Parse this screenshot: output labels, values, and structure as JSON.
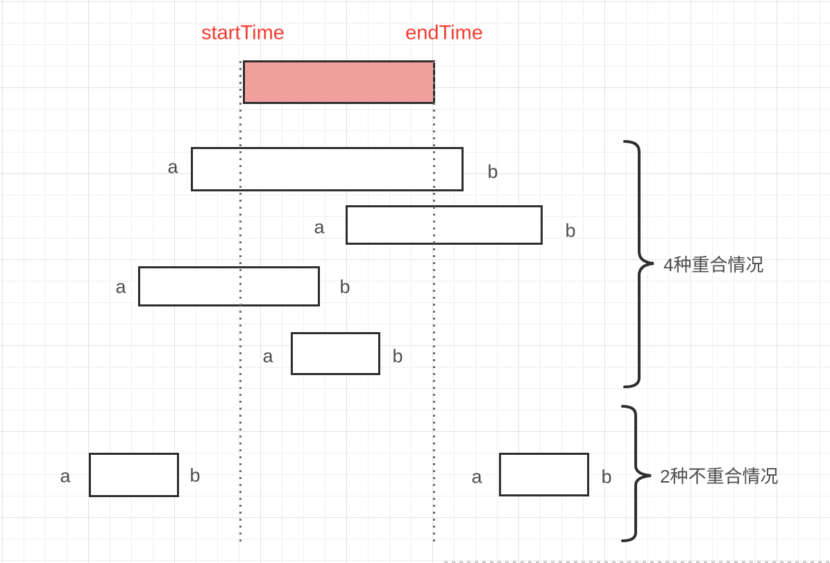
{
  "diagram": {
    "title_labels": {
      "start": "startTime",
      "end": "endTime"
    },
    "overlap_group": {
      "label": "4种重合情况",
      "cases": [
        {
          "a": "a",
          "b": "b"
        },
        {
          "a": "a",
          "b": "b"
        },
        {
          "a": "a",
          "b": "b"
        },
        {
          "a": "a",
          "b": "b"
        }
      ]
    },
    "nonoverlap_group": {
      "label": "2种不重合情况",
      "cases": [
        {
          "a": "a",
          "b": "b"
        },
        {
          "a": "a",
          "b": "b"
        }
      ]
    },
    "colors": {
      "red_text": "#f33b30",
      "interval_fill": "#f2a09d",
      "shape_stroke": "#2d2d2d",
      "label_gray": "#4d4d4d",
      "guide_dot": "#6e6e6e"
    }
  }
}
